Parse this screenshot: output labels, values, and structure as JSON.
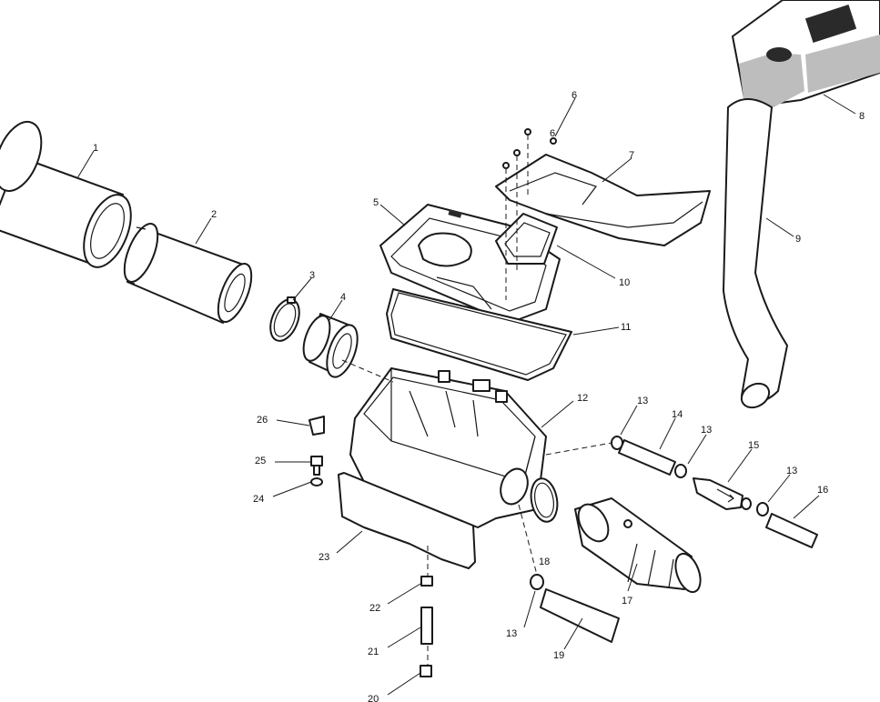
{
  "callouts": {
    "c1": "1",
    "c2": "2",
    "c3": "3",
    "c4": "4",
    "c5": "5",
    "c6a": "6",
    "c6b": "6",
    "c7": "7",
    "c8": "8",
    "c9": "9",
    "c10": "10",
    "c11": "11",
    "c12": "12",
    "c13a": "13",
    "c13b": "13",
    "c13c": "13",
    "c13d": "13",
    "c14": "14",
    "c15": "15",
    "c16": "16",
    "c17": "17",
    "c18": "18",
    "c19": "19",
    "c20": "20",
    "c21": "21",
    "c22": "22",
    "c23": "23",
    "c24": "24",
    "c25": "25",
    "c26": "26"
  },
  "colors": {
    "line": "#1a1a1a",
    "shade": "#bdbdbd",
    "background": "#ffffff"
  }
}
